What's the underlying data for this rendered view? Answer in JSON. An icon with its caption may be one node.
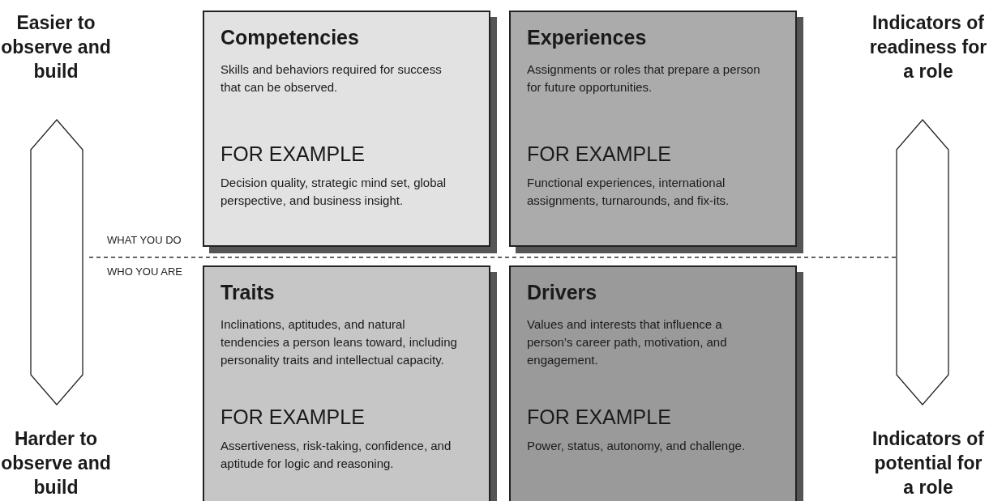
{
  "diagram": {
    "nodes": [
      {
        "text": [
          "Competencies",
          "Skills and behaviors required for success that can be observed.",
          "FOR EXAMPLE",
          "Decision quality, strategic mind set, global perspective, and business insight."
        ]
      },
      {
        "text": [
          "Experiences",
          "Assignments or roles that prepare a person for future opportunities.",
          "FOR EXAMPLE",
          "Functional experiences, international assignments, turnarounds, and fix-its."
        ]
      },
      {
        "text": [
          "Traits",
          "Inclinations, aptitudes, and natural tendencies a person leans toward, including personality traits and intellectual capacity.",
          "FOR EXAMPLE",
          "Assertiveness, risk-taking, confidence, and aptitude for logic and reasoning."
        ]
      },
      {
        "text": [
          "Drivers",
          "Values and interests that influence a person’s career path, motivation, and engagement.",
          "FOR EXAMPLE",
          "Power, status, autonomy, and challenge."
        ]
      }
    ],
    "edges": [],
    "labels": [
      "Easier to observe and build",
      "Indicators of readiness for a role",
      "WHAT YOU DO",
      "WHO YOU ARE",
      "Harder to observe and build",
      "Indicators of potential for a role"
    ]
  }
}
